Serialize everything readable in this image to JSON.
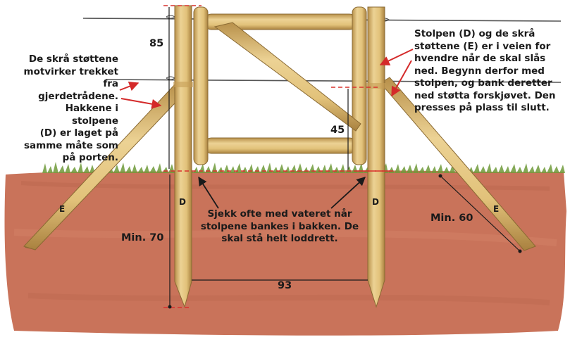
{
  "notes": {
    "left_lines": [
      "De skrå støttene",
      "motvirker trekket",
      "fra gjerdetrådene.",
      "Hakkene i stolpene",
      "(D) er laget på",
      "samme måte som",
      "på porten."
    ],
    "right_lines": [
      "Stolpen (D) og de skrå",
      "støttene (E) er i veien for",
      "hvendre når de skal slås",
      "ned. Begynn derfor med",
      "stolpen, og bank deretter",
      "ned støtta forskjøvet. Den",
      "presses på plass til slutt."
    ],
    "center_lines": [
      "Sjekk ofte med vateret når",
      "stolpene bankes i bakken. De",
      "skal stå helt loddrett."
    ]
  },
  "dimensions": {
    "d85": "85",
    "d45": "45",
    "d70": "Min. 70",
    "d60": "Min. 60",
    "d93": "93"
  },
  "part_labels": {
    "post_left": "D",
    "post_right": "D",
    "brace_left": "E",
    "brace_right": "E"
  },
  "colors": {
    "soil": "#c9735a",
    "grass": "#6f9a3a",
    "wood": "#e2c27a",
    "wood_dark": "#b8904a",
    "arrow_red": "#d42a2a",
    "dash_red": "#d9302c"
  }
}
